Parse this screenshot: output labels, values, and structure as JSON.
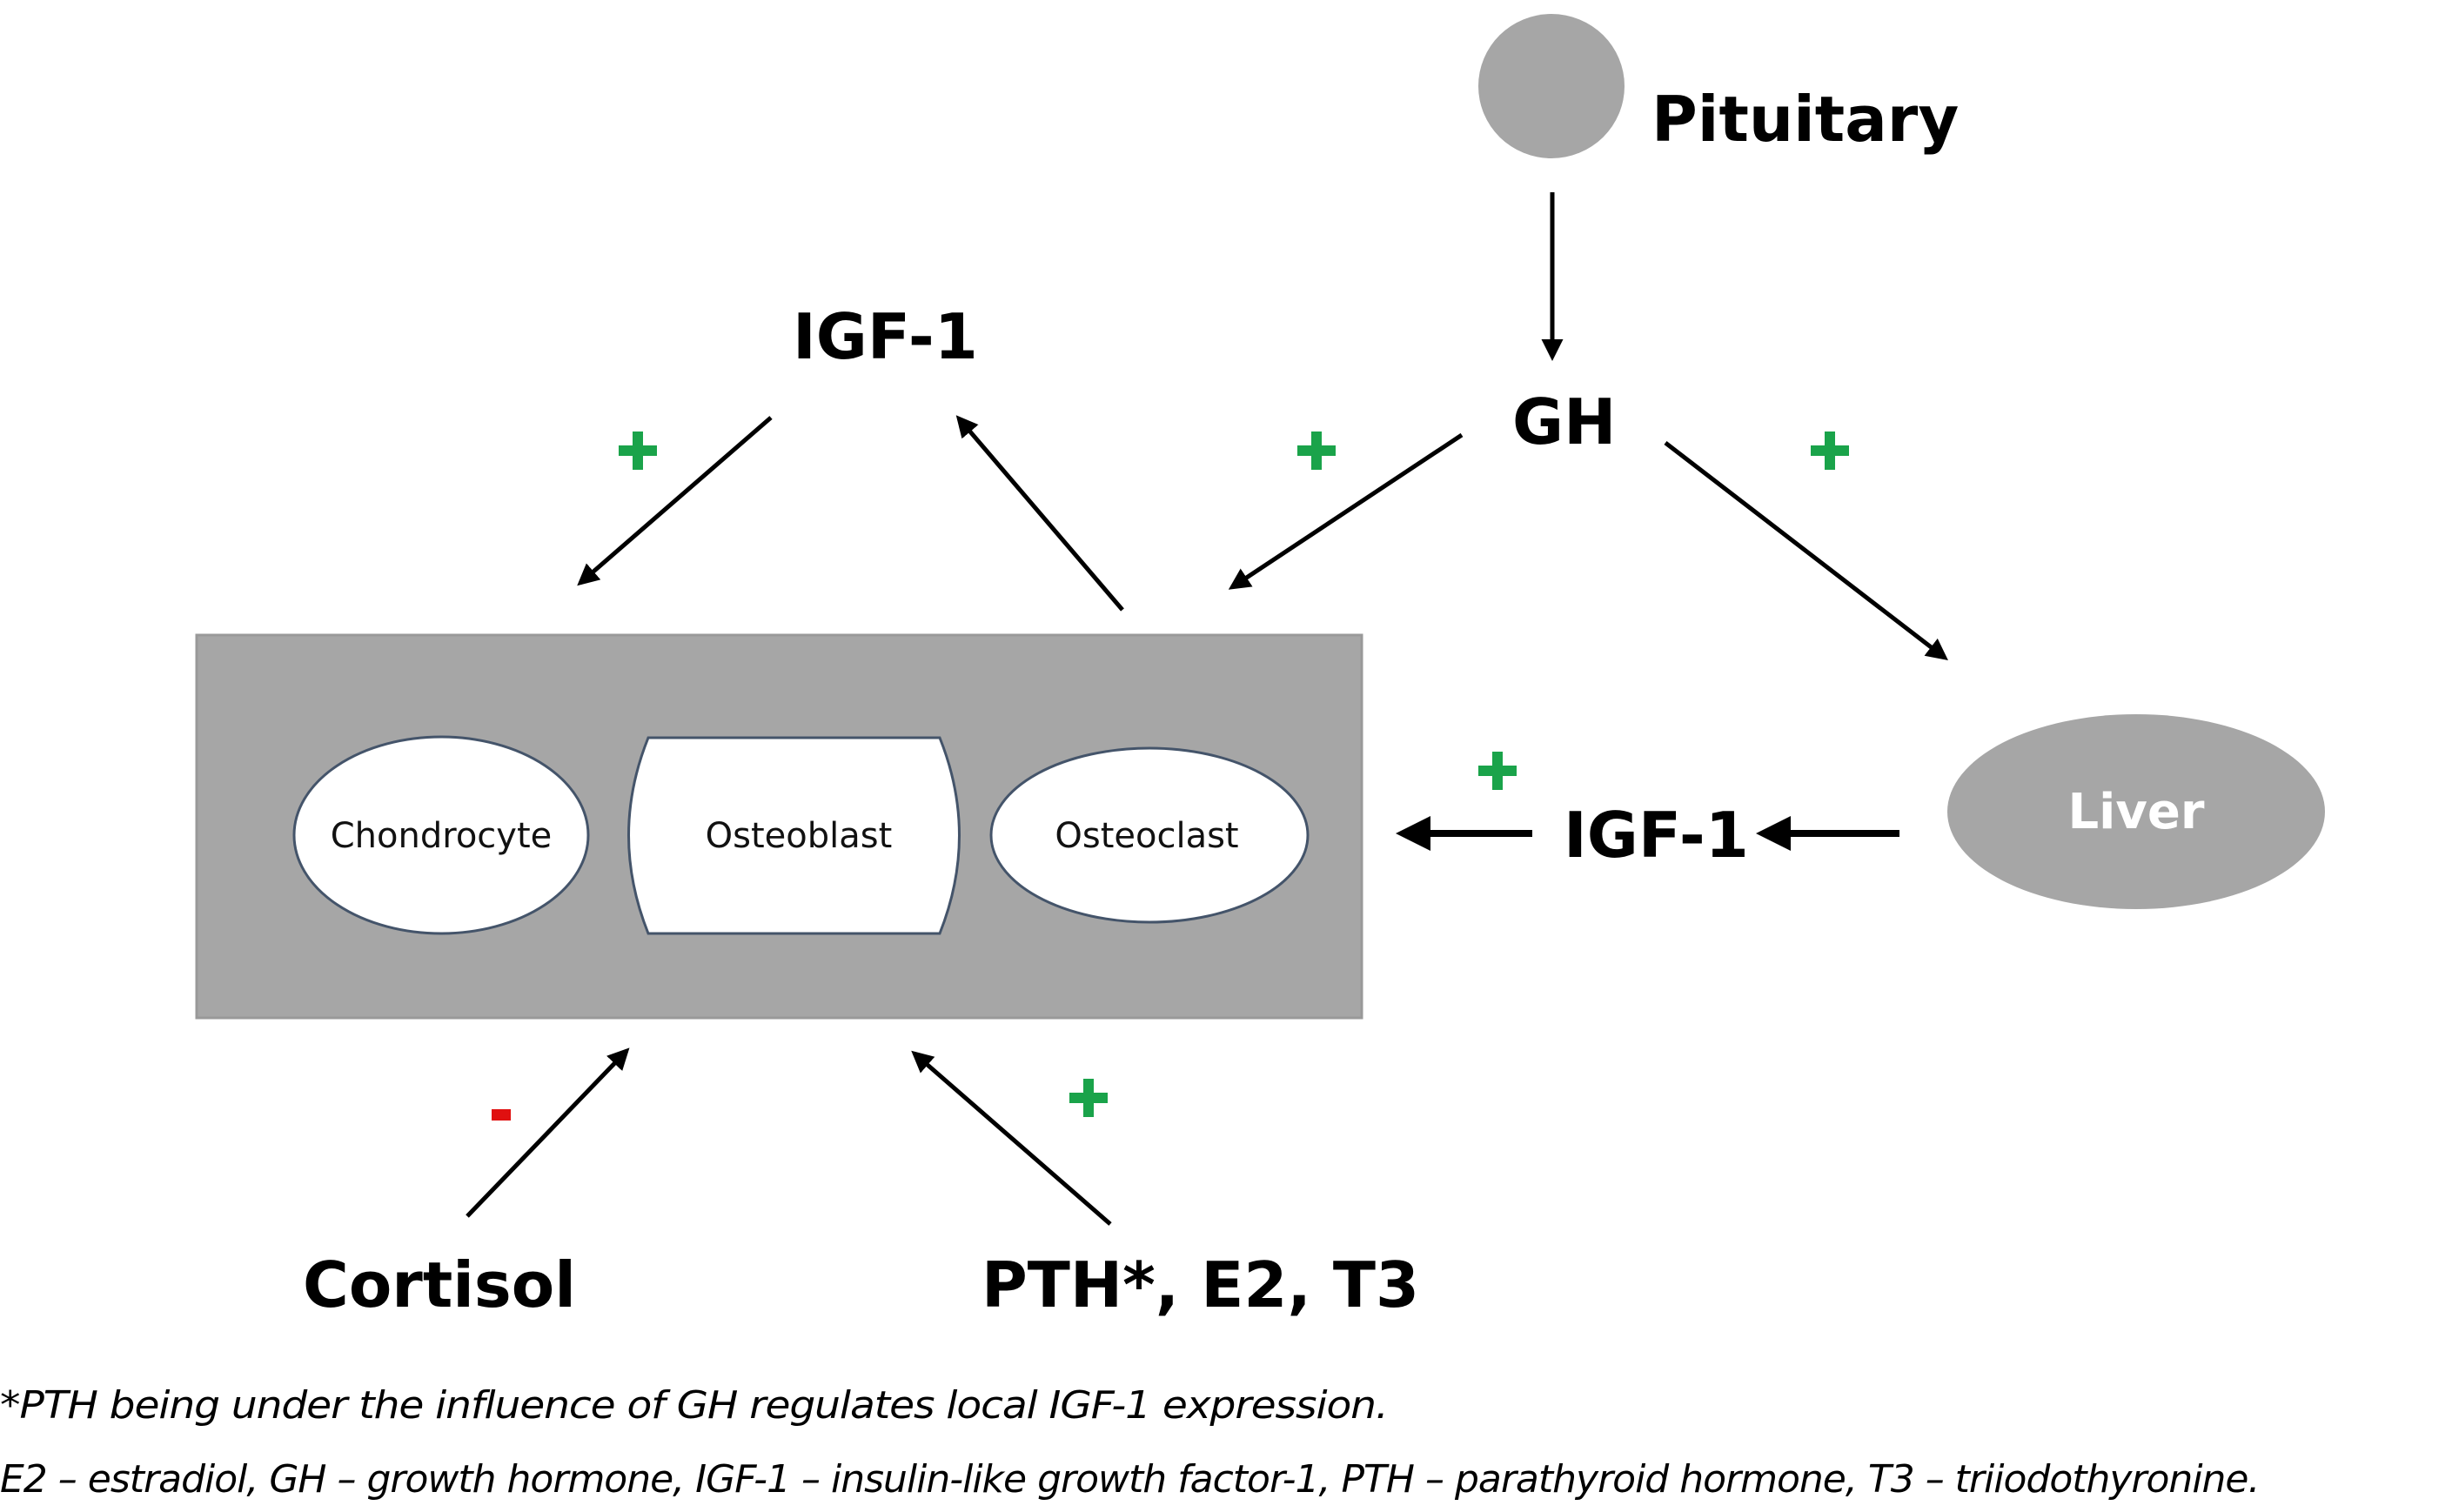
{
  "diagram": {
    "nodes": {
      "pituitary": "Pituitary",
      "gh": "GH",
      "igf1_top": "IGF-1",
      "igf1_right": "IGF-1",
      "liver": "Liver",
      "cortisol": "Cortisol",
      "pth_e2_t3": "PTH*, E2, T3"
    },
    "bone_cells": [
      "Chondrocyte",
      "Osteoblast",
      "Osteoclast"
    ],
    "edges": [
      {
        "from": "Pituitary",
        "to": "GH",
        "sign": ""
      },
      {
        "from": "GH",
        "to": "Bone cells",
        "sign": "+"
      },
      {
        "from": "GH",
        "to": "Liver",
        "sign": "+"
      },
      {
        "from": "IGF-1 (local)",
        "to": "Bone cells",
        "sign": "+"
      },
      {
        "from": "Bone cells",
        "to": "IGF-1 (local)",
        "sign": ""
      },
      {
        "from": "Liver",
        "to": "IGF-1 (circulating)",
        "sign": ""
      },
      {
        "from": "IGF-1 (circulating)",
        "to": "Bone cells",
        "sign": "+"
      },
      {
        "from": "Cortisol",
        "to": "Bone cells",
        "sign": "-"
      },
      {
        "from": "PTH*, E2, T3",
        "to": "Bone cells",
        "sign": "+"
      }
    ],
    "signs": {
      "plus": "+",
      "minus": "-"
    },
    "colors": {
      "node_fill": "#a6a6a6",
      "cell_fill": "#ffffff",
      "cell_stroke": "#44546a",
      "plus": "#1aa34a",
      "minus": "#e01010",
      "arrow": "#000000"
    }
  },
  "footnotes": [
    "*PTH being under the influence of GH regulates local IGF-1 expression.",
    "E2 – estradiol, GH – growth hormone, IGF-1 – insulin-like growth factor-1, PTH – parathyroid hormone, T3 – triiodothyronine."
  ]
}
